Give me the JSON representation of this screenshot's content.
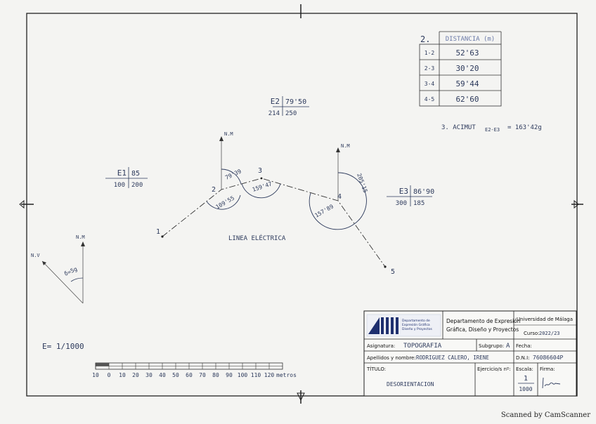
{
  "table": {
    "number": "2.",
    "header": "DISTANCIA (m)",
    "rows": [
      {
        "label": "1-2",
        "value": "52'63"
      },
      {
        "label": "2-3",
        "value": "30'20"
      },
      {
        "label": "3-4",
        "value": "59'44"
      },
      {
        "label": "4-5",
        "value": "62'60"
      }
    ]
  },
  "azimuth_note": {
    "prefix": "3. ACIMUT",
    "sub": "E2-E3",
    "value": "= 163'42g"
  },
  "stations": {
    "e1": {
      "name": "E1",
      "z": "85",
      "x": "100",
      "y": "200"
    },
    "e2": {
      "name": "E2",
      "z": "79'50",
      "x": "214",
      "y": "250"
    },
    "e3": {
      "name": "E3",
      "z": "86'90",
      "x": "300",
      "y": "185"
    }
  },
  "points": {
    "p1": "1",
    "p2": "2",
    "p3": "3",
    "p4": "4",
    "p5": "5"
  },
  "angles": {
    "a2_upper": "79'39",
    "a2_lower": "109'55",
    "a3": "159'47",
    "a4_upper": "205'15",
    "a4_lower": "157'89"
  },
  "labels": {
    "nm": "N.M",
    "nv": "N.V",
    "delta": "δ=5g",
    "line": "LINEA ELÉCTRICA",
    "scale_note": "E= 1/1000"
  },
  "scale_bar": {
    "ticks": [
      "10",
      "0",
      "10",
      "20",
      "30",
      "40",
      "50",
      "60",
      "70",
      "80",
      "90",
      "100",
      "110",
      "120"
    ],
    "unit": "metros"
  },
  "title_block": {
    "logo_text": [
      "Departamento de",
      "Expresión Gráfica",
      "Diseño y Proyectos"
    ],
    "department": [
      "Departamento de Expresión",
      "Gráfica, Diseño y Proyectos"
    ],
    "university": "Universidad de Málaga",
    "course_label": "Curso:",
    "course_value": "2022/23",
    "subject_label": "Asignatura:",
    "subject_value": "TOPOGRAFIA",
    "subgroup_label": "Subgrupo:",
    "subgroup_value": "A",
    "date_label": "Fecha:",
    "name_label": "Apellidos y nombre:",
    "name_value": "RODRIGUEZ CALERO, IRENE",
    "dni_label": "D.N.I:",
    "dni_value": "76086604P",
    "title_label": "TÍTULO:",
    "title_value": "DESORIENTACION",
    "exercise_label": "Ejercicio/s nº:",
    "scale_label": "Escala:",
    "scale_num": "1",
    "scale_den": "1000",
    "signature_label": "Firma:"
  },
  "footer": "Scanned by CamScanner"
}
